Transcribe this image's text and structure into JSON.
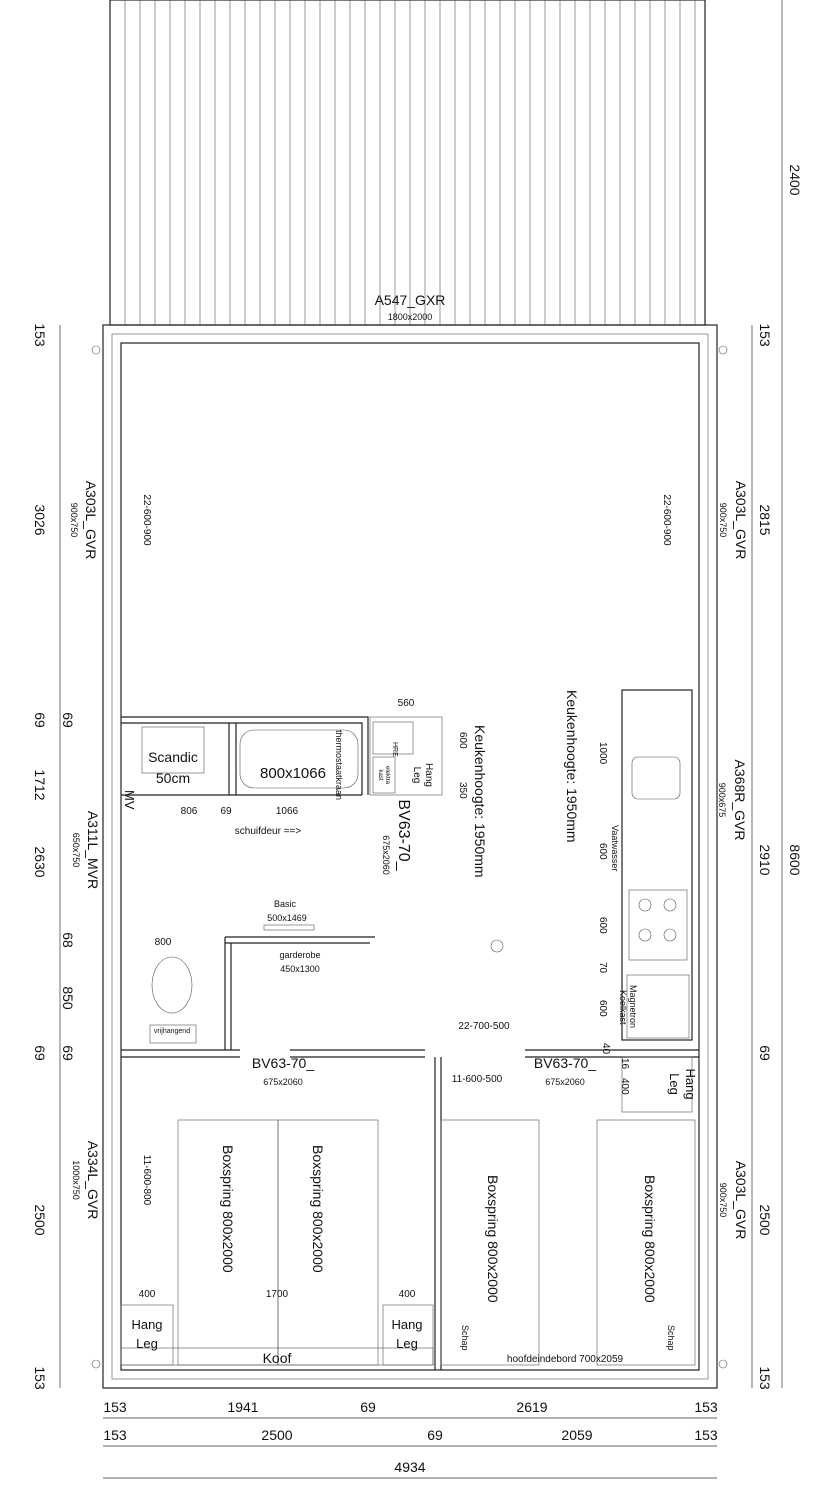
{
  "windows": {
    "top": {
      "name": "A547_GXR",
      "size": "1800x2000"
    },
    "left_upper": {
      "name": "A303L_GVR",
      "size": "900x750",
      "sill": "22-600-900"
    },
    "right_upper": {
      "name": "A303L_GVR",
      "size": "900x750",
      "sill": "22-600-900"
    },
    "left_middle": {
      "name": "A311L_MVR",
      "size": "650x750"
    },
    "right_middle": {
      "name": "A368R_GVR",
      "size": "900x675"
    },
    "left_lower": {
      "name": "A334L_GVR",
      "size": "1000x750",
      "sill": "11-600-800"
    },
    "right_lower": {
      "name": "A303L_GVR",
      "size": "900x750"
    }
  },
  "doors": {
    "bathroom": {
      "name": "BV63-70_",
      "size": "675x2060"
    },
    "bedroom_left": {
      "name": "BV63-70_",
      "size": "675x2060"
    },
    "bedroom_right": {
      "name": "BV63-70_",
      "size": "675x2060"
    }
  },
  "fixtures": {
    "sink": [
      "Scandic",
      "50cm"
    ],
    "bath": "800x1066",
    "thermostat": "thermostaatkraan",
    "sliding_door": "schuifdeur ==>",
    "hre": "HRE",
    "electric_cabinet": [
      "elektra",
      "kast"
    ],
    "hang_leg": [
      "Hang",
      "Leg"
    ],
    "basic": [
      "Basic",
      "500x1469"
    ],
    "wardrobe": [
      "garderobe",
      "450x1300"
    ],
    "toilet": "vrijhangend",
    "mv": "MV",
    "radiator_top": "22-700-500",
    "radiator_bottom": "11-600-500",
    "kitchen_height": "Keukenhoogte: 1950mm",
    "dishwasher": "Vaatwasser",
    "microwave": "Magnetron",
    "fridge": "Koelkast",
    "boxspring": "Boxspring 800x2000",
    "koof": "Koof",
    "shelf": "Schap",
    "headboard": "hoofdeindebord 700x2059"
  },
  "inner_dims": {
    "bath_row": [
      "806",
      "69",
      "1066"
    ],
    "toilet_width": "800",
    "cabinet_width": "560",
    "cabinet_heights": [
      "600",
      "350"
    ],
    "kitchen": [
      "1000",
      "600",
      "600",
      "70",
      "600",
      "40",
      "16",
      "400"
    ],
    "bedroom_hang": [
      "400",
      "1700",
      "400"
    ]
  },
  "dims_left_outer": [
    "153",
    "3026",
    "69",
    "1712",
    "2630",
    "69",
    "2500",
    "153"
  ],
  "dims_left_inner": [
    "69",
    "68",
    "850",
    "69"
  ],
  "dims_right_inner": [
    "153",
    "2815",
    "2910",
    "69",
    "2500",
    "153"
  ],
  "dims_right_outer": [
    "2400",
    "8600"
  ],
  "dims_bottom_1": [
    "153",
    "1941",
    "69",
    "2619",
    "153"
  ],
  "dims_bottom_2": [
    "153",
    "2500",
    "69",
    "2059",
    "153"
  ],
  "dims_total": "4934"
}
